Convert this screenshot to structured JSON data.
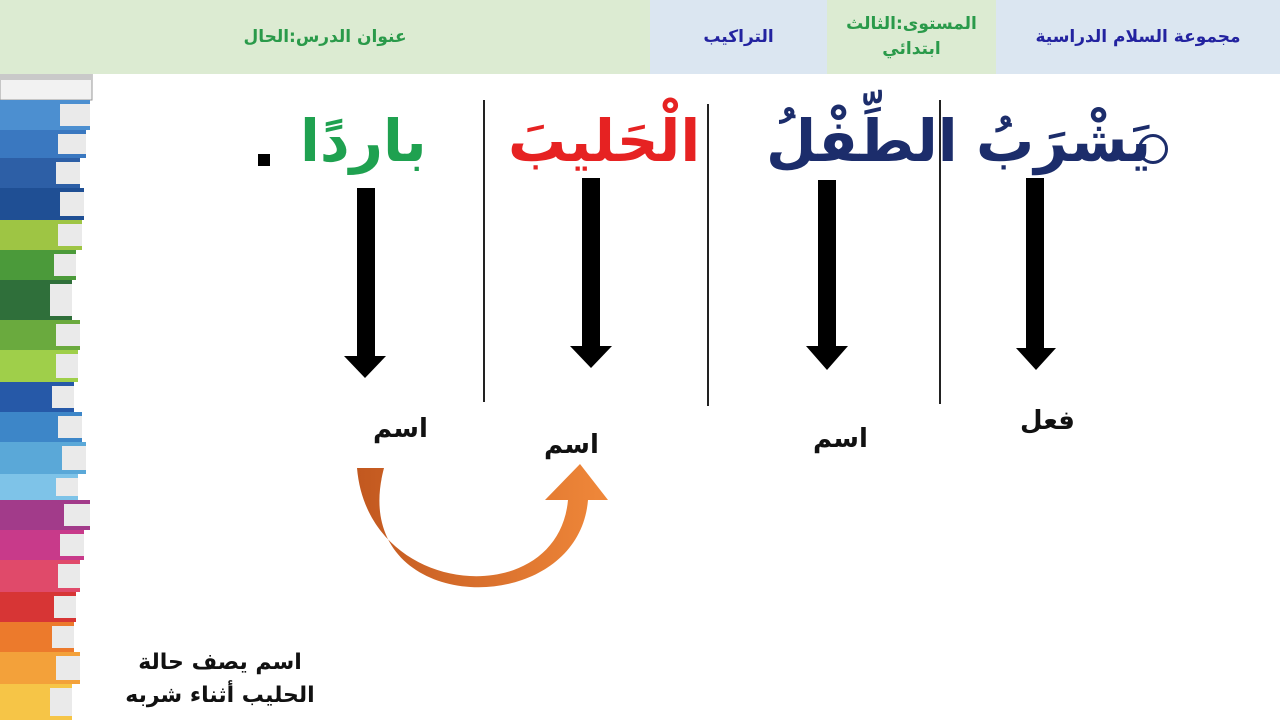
{
  "header": {
    "group": "مجموعة السلام الدراسية",
    "level": "المستوى:الثالث ابتدائي",
    "subject": "التراكيب",
    "lesson": "عنوان الدرس:الحال"
  },
  "sentence": {
    "words": [
      "يَشْرَبُ",
      "الطِّفْلُ",
      "الْحَليبَ",
      "باردًا"
    ]
  },
  "labels": {
    "verb": "فعل",
    "noun1": "اسم",
    "noun2": "اسم",
    "noun3": "اسم"
  },
  "note": {
    "line1": "اسم يصف حالة",
    "line2": "الحليب أثناء شربه"
  },
  "colors": {
    "header_blue": "#2323a0",
    "header_green": "#2a9a4a",
    "word_navy": "#1c2d6b",
    "word_red": "#e62222",
    "word_green": "#1fa150",
    "curve_orange": "#e8772e"
  }
}
